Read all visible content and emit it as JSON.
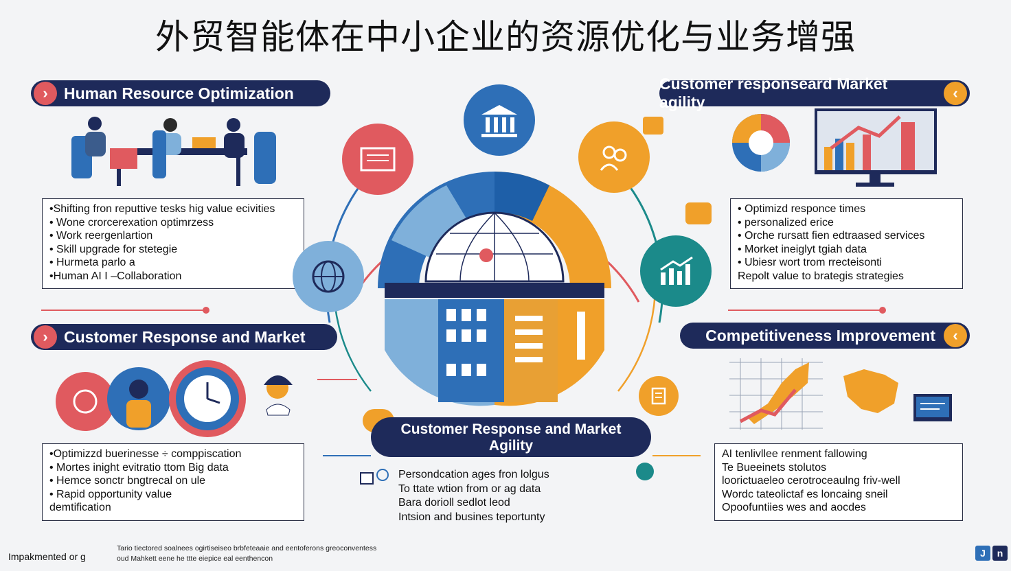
{
  "title": "外贸智能体在中小企业的资源优化与业务增强",
  "sections": {
    "hr": {
      "banner": "Human Resource Optimization",
      "bullets": [
        "•Shifting fron reputtive tesks hig value ecivities",
        "• Wone crorcerexation optimrzess",
        "• Work reergenlartion",
        "• Skill upgrade for stetegie",
        "• Hurmeta parlo   a",
        "•Human AI I –Collaboration"
      ]
    },
    "crm_left": {
      "banner": "Customer Response and Market",
      "bullets": [
        "•Optimizzd buerinesse ÷ comppiscation",
        "• Mortes inight evitratio ttom Big data",
        "• Hemce sonctr bngtrecal on ule",
        "• Rapid opportunity value",
        "   demtification"
      ]
    },
    "crm_right": {
      "banner": "Customer responseard Market agility",
      "bullets": [
        "• Optimizd responce times",
        "• personalized erice",
        "• Orche rursatt fien edtraased services",
        "• Morket ineiglyt tgiah data",
        "• Ubiesr wort  trom rrecteisonti",
        "   Repolt value to brategis strategies"
      ]
    },
    "competitive": {
      "banner": "Competitiveness Improvement",
      "bullets": [
        "AI  tenlivllee renment fallowing",
        "Te Bueeinets stolutos",
        "loorictuaeleo cerotroceaulng friv-well",
        "Wordc tateolictaf es loncaing sneil",
        "Opoofuntiies wes and aocdes"
      ]
    }
  },
  "center": {
    "banner_line1": "Customer Response and Market",
    "banner_line2": "Agility",
    "lines": [
      "Persondcation ages fron lolgus",
      "To ttate wtion from  or ag  data",
      "Bara dorioll   sedlot leod",
      "Intsion and busines teportunty"
    ]
  },
  "footer": {
    "left": "Impakmented or g",
    "center_line1": "Tario tiectored  soalnees ogirtiseiseo brbfeteaaie and  eentoferons  greoconventess",
    "center_line2": "oud Mahkett eene he ttte eiepice eal eenthencon"
  },
  "colors": {
    "navy": "#1e2a5a",
    "red": "#e05a5f",
    "blue": "#2e6fb7",
    "orange": "#f0a02a",
    "teal": "#1b8a8a",
    "lightblue": "#7fb0da"
  },
  "icons": [
    "chevron-right-icon",
    "chevron-left-icon",
    "building-icon",
    "globe-icon",
    "gear-icon",
    "chart-icon",
    "people-icon",
    "clock-icon",
    "map-icon"
  ]
}
